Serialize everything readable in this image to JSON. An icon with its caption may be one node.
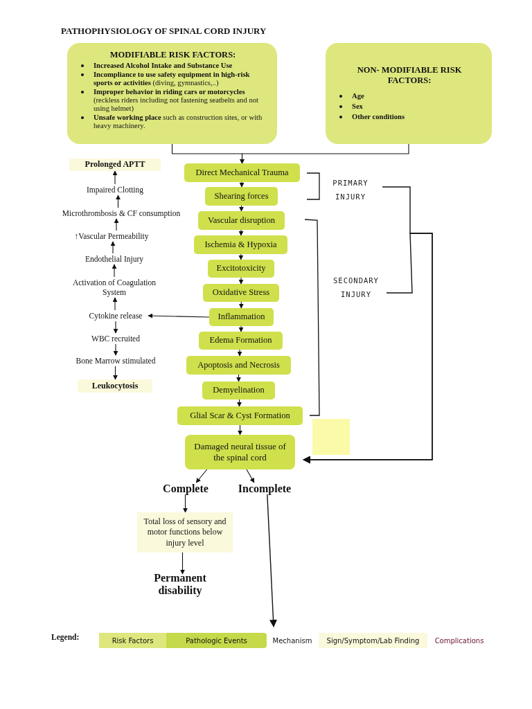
{
  "diagram": {
    "title": "PATHOPHYSIOLOGY OF SPINAL CORD INJURY",
    "nodes": [
      {
        "text": [
          "MODIFIABLE RISK FACTORS:",
          "**Increased Alcohol Intake and Substance Use**",
          "**Incompliance to use safety equipment in high-risk sports or activities** (diving, gymnastics,..)",
          "**Improper behavior in riding cars or motorcycles** (reckless riders including not fastening seatbelts and not using helmet)",
          "**Unsafe working place** such as construction sites, or with heavy machinery."
        ]
      },
      {
        "text": [
          "NON- MODIFIABLE RISK FACTORS:",
          "Age",
          "Sex",
          "Other conditions"
        ]
      },
      {
        "text": [
          "Direct Mechanical Trauma"
        ]
      },
      {
        "text": [
          "Shearing forces"
        ]
      },
      {
        "text": [
          "Vascular disruption"
        ]
      },
      {
        "text": [
          "Ischemia & Hypoxia"
        ]
      },
      {
        "text": [
          "Excitotoxicity"
        ]
      },
      {
        "text": [
          "Oxidative Stress"
        ]
      },
      {
        "text": [
          "Inflammation"
        ]
      },
      {
        "text": [
          "Edema Formation"
        ]
      },
      {
        "text": [
          "Apoptosis and Necrosis"
        ]
      },
      {
        "text": [
          "Demyelination"
        ]
      },
      {
        "text": [
          "Glial Scar & Cyst Formation"
        ]
      },
      {
        "text": [
          "Damaged neural tissue of the spinal cord"
        ]
      },
      {
        "text": [
          "Prolonged APTT"
        ]
      },
      {
        "text": [
          "Impaired Clotting"
        ]
      },
      {
        "text": [
          "Microthrombosis & CF consumption"
        ]
      },
      {
        "text": [
          "↑Vascular Permeability"
        ]
      },
      {
        "text": [
          "Endothelial Injury"
        ]
      },
      {
        "text": [
          "Activation of Coagulation System"
        ]
      },
      {
        "text": [
          "Cytokine release"
        ]
      },
      {
        "text": [
          "WBC recruited"
        ]
      },
      {
        "text": [
          "Bone Marrow stimulated"
        ]
      },
      {
        "text": [
          "Leukocytosis"
        ]
      },
      {
        "text": [
          "Complete"
        ]
      },
      {
        "text": [
          "Incomplete"
        ]
      },
      {
        "text": [
          "Total loss of sensory and motor functions below injury level"
        ]
      },
      {
        "text": [
          "Permanent disability"
        ]
      },
      {
        "text": [
          "PRIMARY INJURY"
        ]
      },
      {
        "text": [
          "SECONDARY INJURY"
        ]
      }
    ],
    "edges": [
      {
        "from": 0,
        "to": 2,
        "arrow": "to"
      },
      {
        "from": 1,
        "to": 2,
        "arrow": "to"
      },
      {
        "from": 2,
        "to": 3,
        "arrow": "to"
      },
      {
        "from": 3,
        "to": 4,
        "arrow": "to"
      },
      {
        "from": 4,
        "to": 5,
        "arrow": "to"
      },
      {
        "from": 5,
        "to": 6,
        "arrow": "to"
      },
      {
        "from": 6,
        "to": 7,
        "arrow": "to"
      },
      {
        "from": 7,
        "to": 8,
        "arrow": "to"
      },
      {
        "from": 8,
        "to": 9,
        "arrow": "to"
      },
      {
        "from": 9,
        "to": 10,
        "arrow": "to"
      },
      {
        "from": 10,
        "to": 11,
        "arrow": "to"
      },
      {
        "from": 11,
        "to": 12,
        "arrow": "to"
      },
      {
        "from": 12,
        "to": 13,
        "arrow": "to"
      },
      {
        "from": 8,
        "to": 20,
        "arrow": "to"
      },
      {
        "from": 20,
        "to": 19,
        "arrow": "to"
      },
      {
        "from": 19,
        "to": 18,
        "arrow": "to"
      },
      {
        "from": 18,
        "to": 17,
        "arrow": "to"
      },
      {
        "from": 17,
        "to": 16,
        "arrow": "to"
      },
      {
        "from": 16,
        "to": 15,
        "arrow": "to"
      },
      {
        "from": 15,
        "to": 14,
        "arrow": "to"
      },
      {
        "from": 20,
        "to": 21,
        "arrow": "to"
      },
      {
        "from": 21,
        "to": 22,
        "arrow": "to"
      },
      {
        "from": 22,
        "to": 23,
        "arrow": "to"
      },
      {
        "from": 13,
        "to": 24,
        "arrow": "to"
      },
      {
        "from": 13,
        "to": 25,
        "arrow": "to"
      },
      {
        "from": 24,
        "to": 26,
        "arrow": "to"
      },
      {
        "from": 26,
        "to": 27,
        "arrow": "to"
      },
      {
        "from": 25,
        "to": null,
        "arrow": "to"
      },
      {
        "from": 28,
        "to": 13,
        "arrow": "to"
      },
      {
        "from": 29,
        "to": 13,
        "arrow": "to"
      }
    ],
    "labels": [
      "Legend:"
    ],
    "legend": [
      {
        "text": "Risk Factors",
        "color": "#dde77e"
      },
      {
        "text": "Pathologic Events",
        "color": "#c5d94a"
      },
      {
        "text": "Mechanism",
        "color": "#ffffff"
      },
      {
        "text": "Sign/Symptom/Lab Finding",
        "color": "#fbf9dc"
      },
      {
        "text": "Complications",
        "color": "#ffffff"
      }
    ]
  }
}
